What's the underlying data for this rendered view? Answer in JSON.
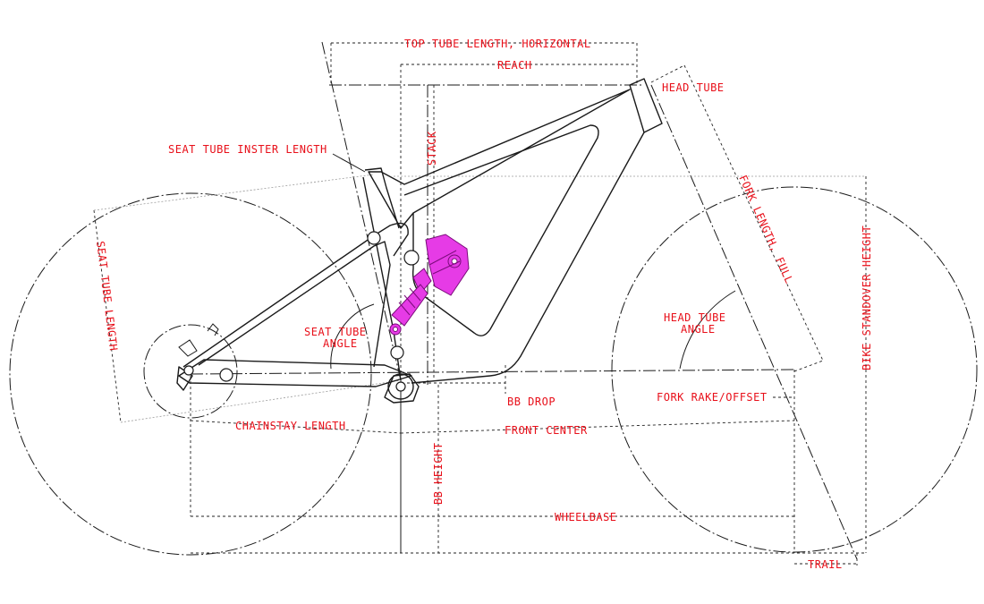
{
  "labels": {
    "top_tube_length": "TOP TUBE LENGTH, HORIZONTAL",
    "reach": "REACH",
    "head_tube": "HEAD TUBE",
    "seat_tube_insert": "SEAT TUBE INSTER LENGTH",
    "stack": "STACK",
    "fork_length": "FORK LENGTH, FULL",
    "seat_tube_length": "SEAT TUBE LENGTH",
    "bike_standover": "BIKE STANDOVER HEIGHT",
    "head_tube_angle_1": "HEAD TUBE",
    "head_tube_angle_2": "ANGLE",
    "seat_tube_angle_1": "SEAT TUBE",
    "seat_tube_angle_2": "ANGLE",
    "bb_drop": "BB DROP",
    "fork_rake": "FORK RAKE/OFFSET",
    "chainstay_length": "CHAINSTAY LENGTH",
    "front_center": "FRONT CENTER",
    "bb_height": "BB HEIGHT",
    "wheelbase": "WHEELBASE",
    "trail": "TRAIL"
  },
  "colors": {
    "label": "#e8101a",
    "frame": "#1a1a1a",
    "shock": "#e63be6"
  }
}
